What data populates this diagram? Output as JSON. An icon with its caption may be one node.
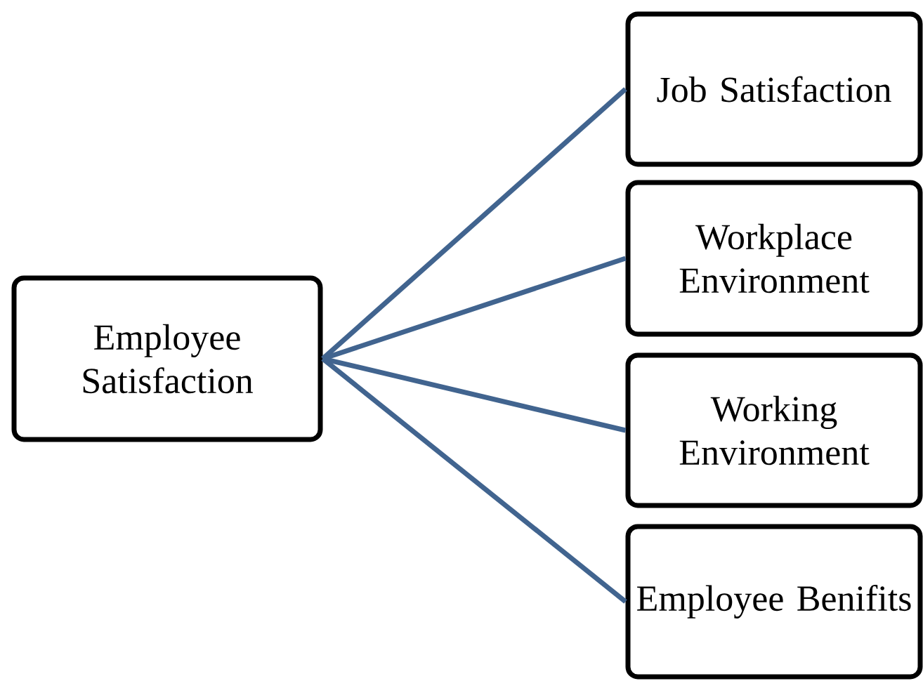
{
  "diagram": {
    "nodes": [
      {
        "text": [
          "Employee Satisfaction"
        ]
      },
      {
        "text": [
          "Job Satisfaction"
        ]
      },
      {
        "text": [
          "Workplace Environment"
        ]
      },
      {
        "text": [
          "Working Environment"
        ]
      },
      {
        "text": [
          "Employee Benifits"
        ]
      }
    ],
    "edges": [
      {
        "from": 0,
        "to": 1,
        "arrow": "none"
      },
      {
        "from": 0,
        "to": 2,
        "arrow": "none"
      },
      {
        "from": 0,
        "to": 3,
        "arrow": "none"
      },
      {
        "from": 0,
        "to": 4,
        "arrow": "none"
      }
    ]
  }
}
